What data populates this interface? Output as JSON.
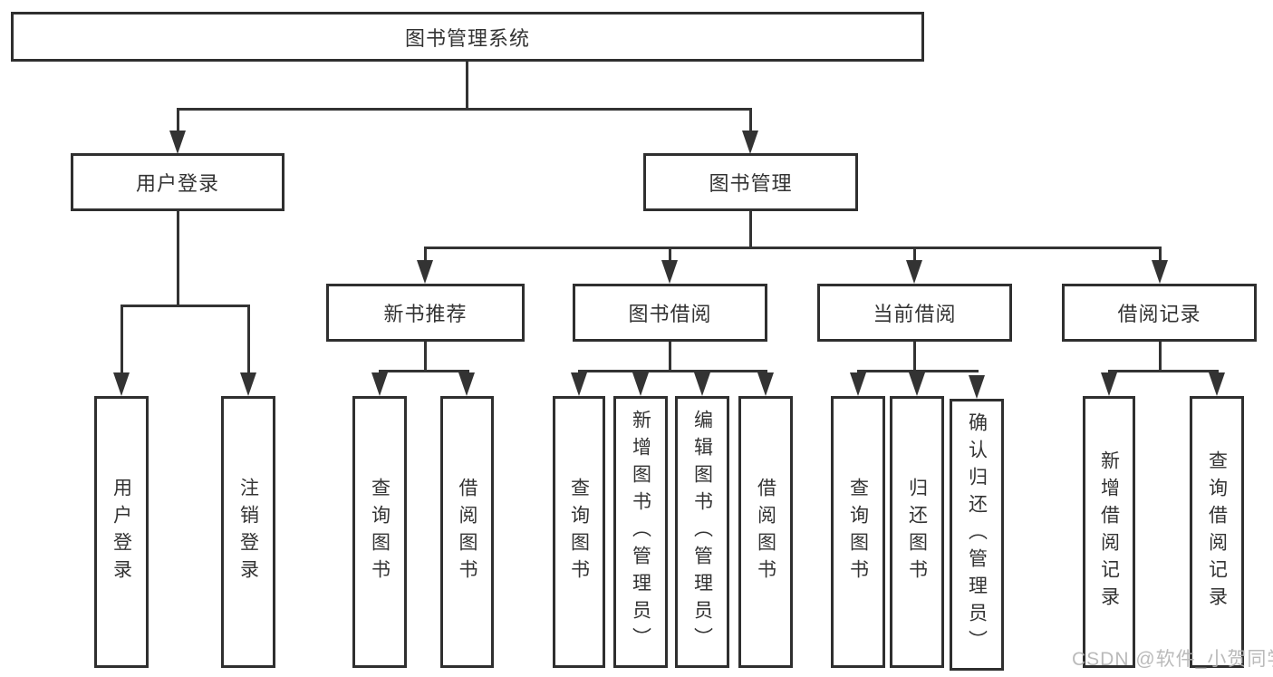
{
  "diagram_title": "图书管理系统",
  "watermark": "CSDN @软件_小贺同学",
  "colors": {
    "line": "#333333",
    "box_border": "#2f2f2f",
    "text": "#333333",
    "background": "#ffffff",
    "watermark": "#b3b3b3"
  },
  "nodes": [
    {
      "id": "root",
      "label": "图书管理系统"
    },
    {
      "id": "user-login",
      "label": "用户登录"
    },
    {
      "id": "book-management",
      "label": "图书管理"
    },
    {
      "id": "new-book-recommend",
      "label": "新书推荐"
    },
    {
      "id": "book-borrowing",
      "label": "图书借阅"
    },
    {
      "id": "current-borrowing",
      "label": "当前借阅"
    },
    {
      "id": "borrowing-records",
      "label": "借阅记录"
    },
    {
      "id": "leaf-user-login",
      "label": "用户登录"
    },
    {
      "id": "leaf-logout",
      "label": "注销登录"
    },
    {
      "id": "leaf-query-books-1",
      "label": "查询图书"
    },
    {
      "id": "leaf-borrow-books-1",
      "label": "借阅图书"
    },
    {
      "id": "leaf-query-books-2",
      "label": "查询图书"
    },
    {
      "id": "leaf-add-books-admin",
      "label": "新增图书（管理员）"
    },
    {
      "id": "leaf-edit-books-admin",
      "label": "编辑图书（管理员）"
    },
    {
      "id": "leaf-borrow-books-2",
      "label": "借阅图书"
    },
    {
      "id": "leaf-query-books-3",
      "label": "查询图书"
    },
    {
      "id": "leaf-return-books",
      "label": "归还图书"
    },
    {
      "id": "leaf-confirm-return-admin",
      "label": "确认归还（管理员）"
    },
    {
      "id": "leaf-add-borrow-record",
      "label": "新增借阅记录"
    },
    {
      "id": "leaf-query-borrow-record",
      "label": "查询借阅记录"
    }
  ],
  "edges": [
    {
      "parent": "root",
      "children": [
        "user-login",
        "book-management"
      ]
    },
    {
      "parent": "user-login",
      "children": [
        "leaf-user-login",
        "leaf-logout"
      ]
    },
    {
      "parent": "book-management",
      "children": [
        "new-book-recommend",
        "book-borrowing",
        "current-borrowing",
        "borrowing-records"
      ]
    },
    {
      "parent": "new-book-recommend",
      "children": [
        "leaf-query-books-1",
        "leaf-borrow-books-1"
      ]
    },
    {
      "parent": "book-borrowing",
      "children": [
        "leaf-query-books-2",
        "leaf-add-books-admin",
        "leaf-edit-books-admin",
        "leaf-borrow-books-2"
      ]
    },
    {
      "parent": "current-borrowing",
      "children": [
        "leaf-query-books-3",
        "leaf-return-books",
        "leaf-confirm-return-admin"
      ]
    },
    {
      "parent": "borrowing-records",
      "children": [
        "leaf-add-borrow-record",
        "leaf-query-borrow-record"
      ]
    }
  ]
}
